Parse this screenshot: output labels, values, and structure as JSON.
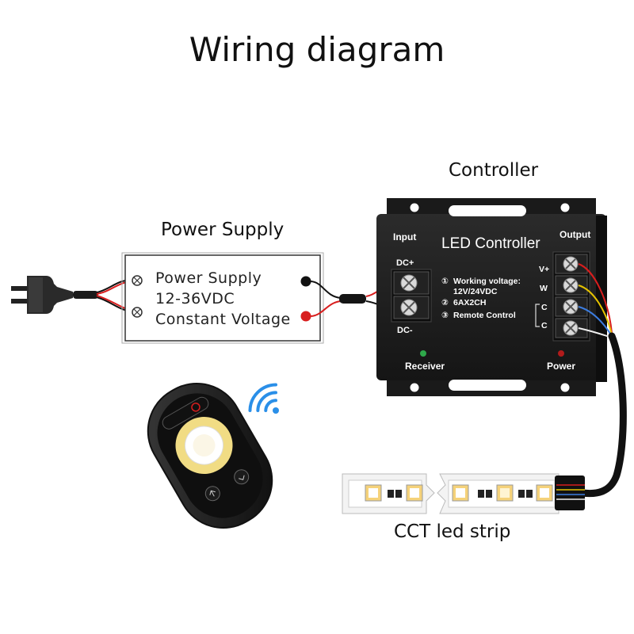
{
  "title": "Wiring diagram",
  "controller": {
    "caption": "Controller",
    "name": "LED Controller",
    "input_label": "Input",
    "output_label": "Output",
    "dc_plus": "DC+",
    "dc_minus": "DC-",
    "spec1_num": "①",
    "spec1": "Working voltage:",
    "spec1b": "12V/24VDC",
    "spec2_num": "②",
    "spec2": "6AX2CH",
    "spec3_num": "③",
    "spec3": "Remote Control",
    "out_vplus": "V+",
    "out_w": "W",
    "out_c1": "C",
    "out_c2": "C",
    "receiver": "Receiver",
    "power": "Power"
  },
  "power_supply": {
    "caption": "Power Supply",
    "line1": "Power Supply",
    "line2": "12-36VDC",
    "line3": "Constant Voltage"
  },
  "strip": {
    "caption": "CCT led strip"
  },
  "colors": {
    "red_wire": "#d81e1e",
    "black_wire": "#111111",
    "yellow_wire": "#e6c300",
    "blue_wire": "#3c7de0",
    "white_wire": "#f0f0f0",
    "controller_body": "#1c1c1c",
    "led_warm": "#f5d27a",
    "wifi": "#2a8fe8"
  }
}
